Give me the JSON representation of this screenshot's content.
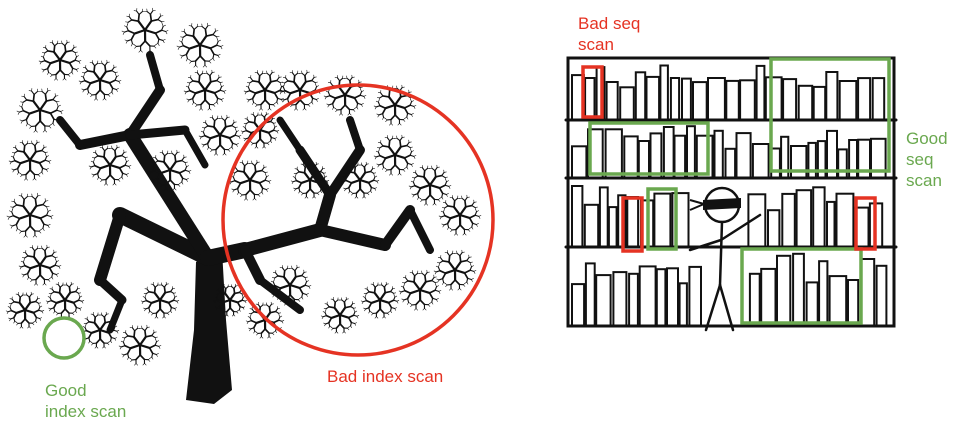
{
  "labels": {
    "good_index_scan": "Good\nindex scan",
    "bad_index_scan": "Bad index scan",
    "bad_seq_scan": "Bad seq\nscan",
    "good_seq_scan": "Good\nseq\nscan"
  },
  "colors": {
    "good": "#6aa84f",
    "bad": "#e53323",
    "ink": "#111111",
    "background": "#ffffff"
  },
  "icons": {
    "tree": "fractal-tree-illustration",
    "bookshelf": "bookshelf-illustration",
    "reader": "blindfolded-stick-figure"
  }
}
